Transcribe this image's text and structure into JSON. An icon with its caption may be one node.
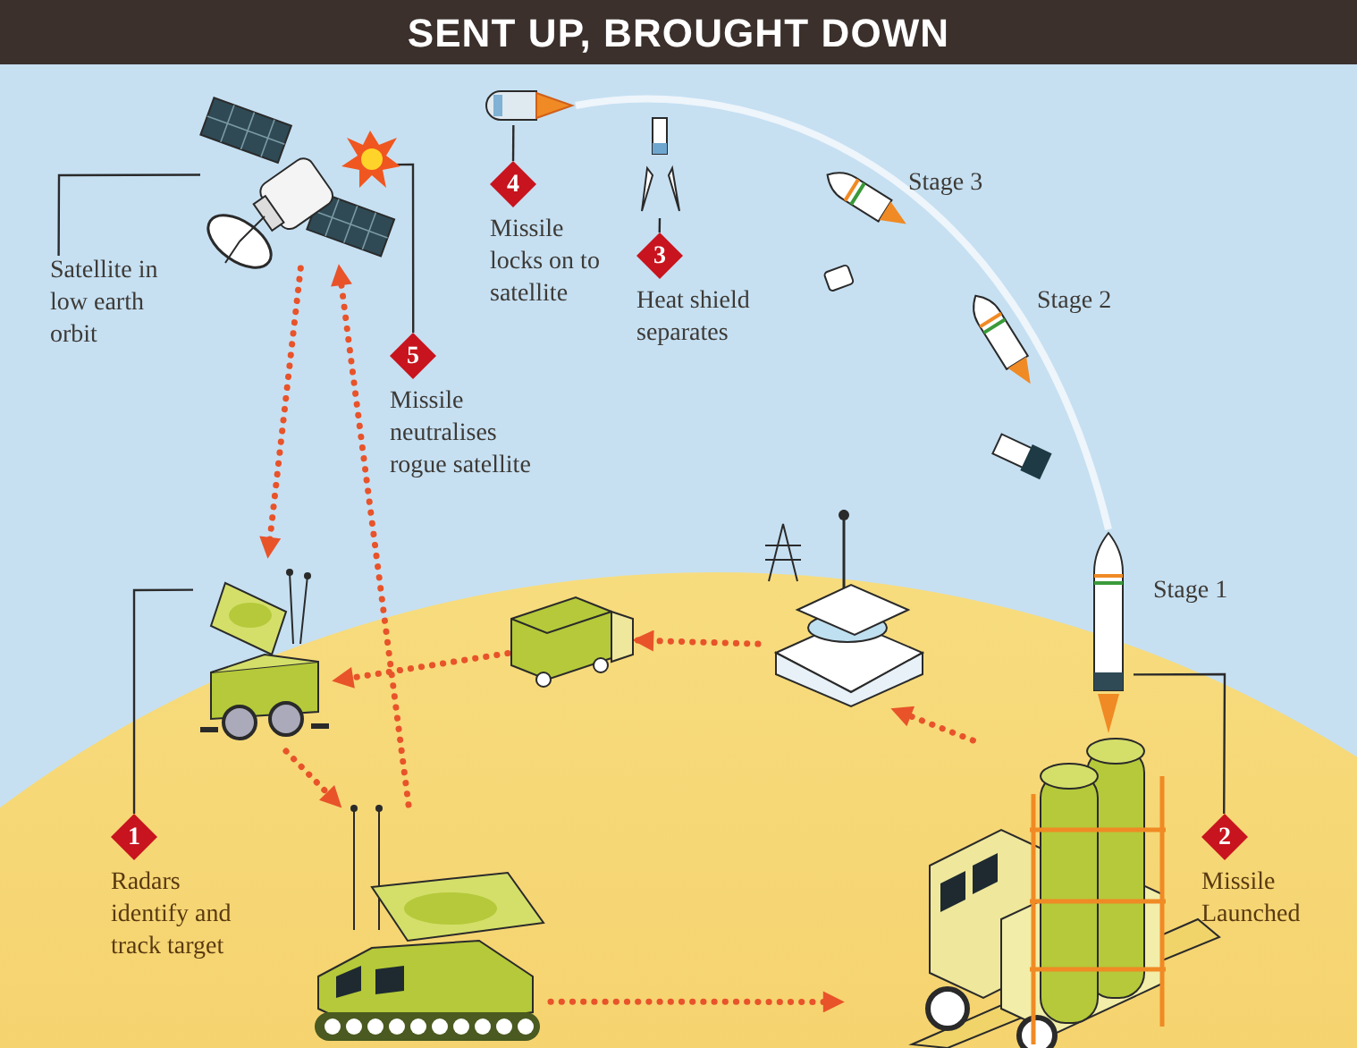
{
  "diagram": {
    "title": "SENT UP, BROUGHT DOWN",
    "nodes": [
      {
        "text": [],
        "shape": "picture"
      },
      {
        "text": [
          "Satellite in low earth orbit"
        ]
      },
      {
        "text": [
          "5",
          "Missile neutralises rogue satellite"
        ]
      },
      {
        "text": [],
        "shape": "picture"
      },
      {
        "text": [
          "4",
          "Missile locks on to satellite"
        ]
      },
      {
        "text": [],
        "shape": "picture"
      },
      {
        "text": [
          "3",
          "Heat shield separates"
        ]
      },
      {
        "text": [],
        "shape": "picture",
        "beside": [
          "Stage 3"
        ]
      },
      {
        "text": [],
        "shape": "picture",
        "beside": [
          "Stage 2"
        ]
      },
      {
        "text": [],
        "shape": "picture",
        "beside": [
          "Stage 1"
        ]
      },
      {
        "text": [],
        "shape": "picture"
      },
      {
        "text": [
          "2",
          "Missile Launched"
        ]
      },
      {
        "text": [],
        "shape": "picture"
      },
      {
        "text": [],
        "shape": "picture"
      },
      {
        "text": [],
        "shape": "picture"
      },
      {
        "text": [],
        "shape": "picture"
      },
      {
        "text": [
          "1",
          "Radars identify and track target"
        ]
      }
    ],
    "edges": [
      {
        "from": 1,
        "to": 0,
        "arrow": "none",
        "color": "#2a2a2a"
      },
      {
        "from": 2,
        "to": 0,
        "arrow": "none",
        "color": "#2a2a2a"
      },
      {
        "from": 4,
        "to": 3,
        "arrow": "none",
        "color": "#2a2a2a"
      },
      {
        "from": 6,
        "to": 5,
        "arrow": "none",
        "color": "#2a2a2a"
      },
      {
        "from": 11,
        "to": 9,
        "arrow": "none",
        "color": "#2a2a2a"
      },
      {
        "from": 16,
        "to": 14,
        "arrow": "none",
        "color": "#2a2a2a"
      },
      {
        "from": 0,
        "to": 14,
        "arrow": "to",
        "style": "dashed"
      },
      {
        "from": 15,
        "to": 0,
        "arrow": "to",
        "style": "dashed"
      },
      {
        "from": 14,
        "to": 15,
        "arrow": "to",
        "style": "dashed"
      },
      {
        "from": 15,
        "to": 10,
        "arrow": "to",
        "style": "dashed"
      },
      {
        "from": 10,
        "to": 12,
        "arrow": "to",
        "style": "dashed"
      },
      {
        "from": 12,
        "to": 13,
        "arrow": "to",
        "style": "dashed"
      },
      {
        "from": 13,
        "to": 14,
        "arrow": "to",
        "style": "dashed"
      },
      {
        "from": 9,
        "to": 3,
        "arrow": "none",
        "color": "#eef5fb"
      }
    ]
  }
}
